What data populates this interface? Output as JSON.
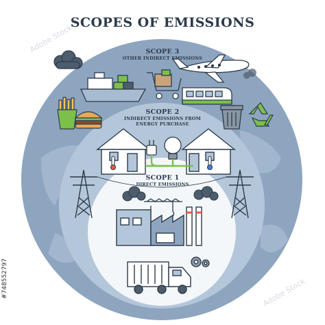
{
  "title": "SCOPES OF EMISSIONS",
  "scopes": [
    {
      "heading": "SCOPE 3",
      "sub": [
        "OTHER INDIRECT EMISSIONS"
      ]
    },
    {
      "heading": "SCOPE 2",
      "sub": [
        "INDIRECT EMISSIONS FROM",
        "ENERGY PURCHASE"
      ]
    },
    {
      "heading": "SCOPE 1",
      "sub": [
        "DIRECT EMISSIONS"
      ]
    }
  ],
  "stock_id": "#748552797",
  "watermark": "Adobe Stock",
  "colors": {
    "outer": "#8ea5c0",
    "middle": "#b4c6da",
    "inner": "#f4f7fa",
    "outline": "#2b3a4a",
    "green": "#7cc04a",
    "smoke": "#4e5d6d"
  },
  "icons": [
    "cloud-icon",
    "airplane-icon",
    "cargo-ship-icon",
    "shopping-cart-icon",
    "train-icon",
    "fries-icon",
    "burger-icon",
    "trash-bin-icon",
    "recycle-icon",
    "house-icon",
    "plug-icon",
    "bulb-icon",
    "thermometer-icon",
    "power-tower-icon",
    "factory-icon",
    "crane-icon",
    "gears-icon",
    "truck-icon"
  ]
}
